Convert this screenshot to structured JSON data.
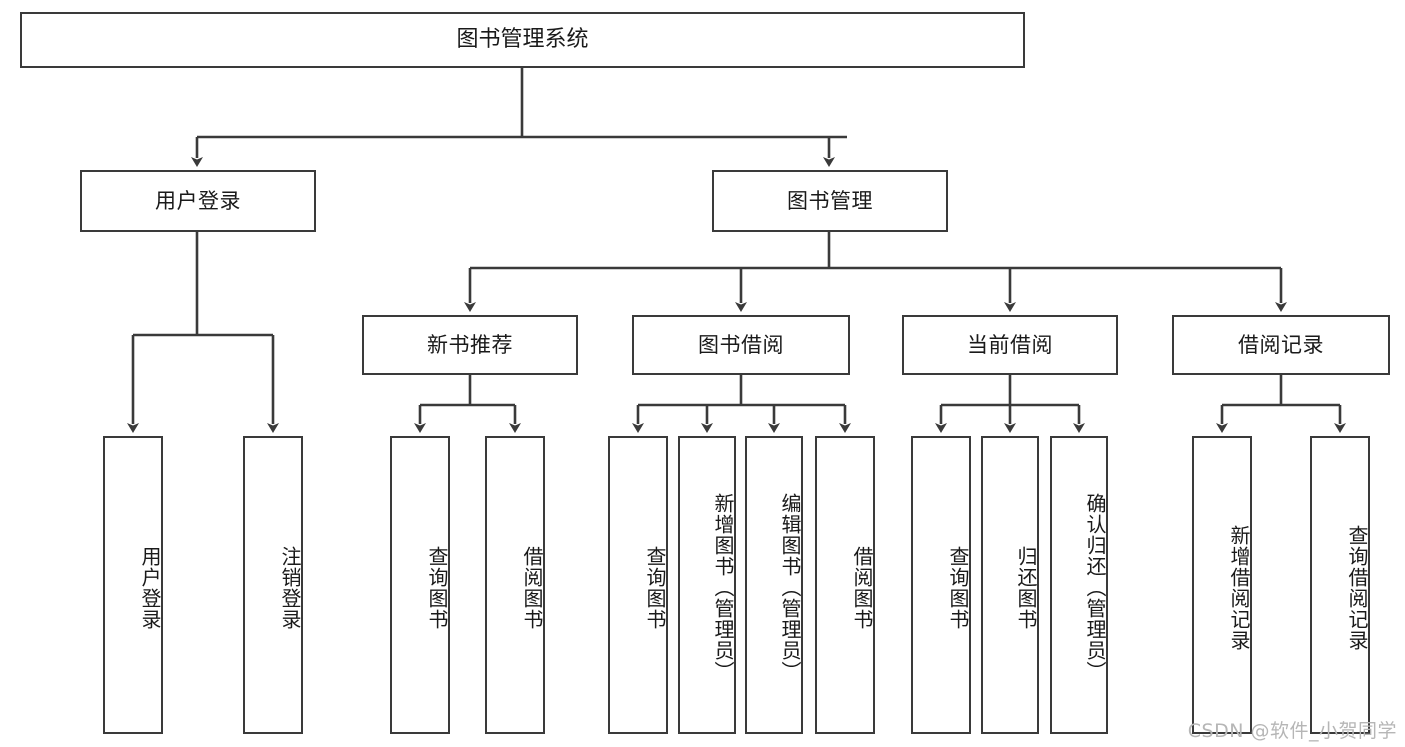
{
  "diagram": {
    "title": "图书管理系统",
    "type": "tree-hierarchy-chart",
    "root": {
      "label": "图书管理系统"
    },
    "level2": [
      {
        "label": "用户登录"
      },
      {
        "label": "图书管理"
      }
    ],
    "level3": [
      {
        "label": "新书推荐"
      },
      {
        "label": "图书借阅"
      },
      {
        "label": "当前借阅"
      },
      {
        "label": "借阅记录"
      }
    ],
    "leaves": {
      "user_login": [
        {
          "label": "用户登录"
        },
        {
          "label": "注销登录"
        }
      ],
      "new_book_recommend": [
        {
          "label": "查询图书"
        },
        {
          "label": "借阅图书"
        }
      ],
      "book_borrow": [
        {
          "label": "查询图书"
        },
        {
          "label": "新增图书（管理员）"
        },
        {
          "label": "编辑图书（管理员）"
        },
        {
          "label": "借阅图书"
        }
      ],
      "current_borrow": [
        {
          "label": "查询图书"
        },
        {
          "label": "归还图书"
        },
        {
          "label": "确认归还（管理员）"
        }
      ],
      "borrow_record": [
        {
          "label": "新增借阅记录"
        },
        {
          "label": "查询借阅记录"
        }
      ]
    }
  },
  "watermark": {
    "text": "CSDN @软件_小贺同学"
  },
  "colors": {
    "stroke": "#3a3a3a",
    "background": "#ffffff",
    "text": "#1a1a1a",
    "watermark": "#b6b6b6"
  }
}
